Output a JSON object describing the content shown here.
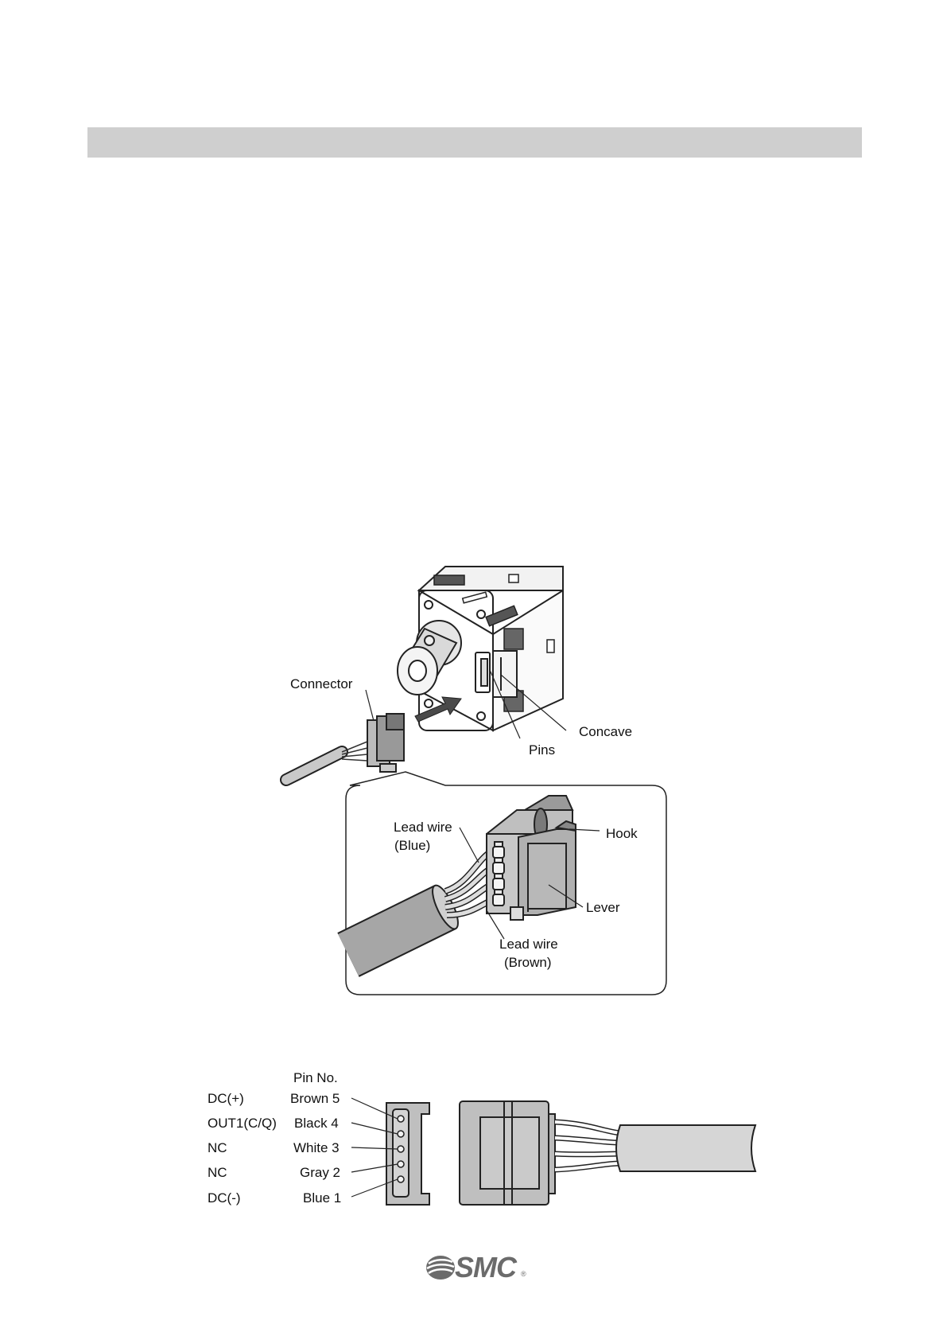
{
  "page": {
    "header_bar_text": ""
  },
  "figure1": {
    "labels": {
      "connector": "Connector",
      "pins": "Pins",
      "concave": "Concave",
      "lead_wire_blue_1": "Lead wire",
      "lead_wire_blue_2": "(Blue)",
      "hook": "Hook",
      "lever": "Lever",
      "lead_wire_brown_1": "Lead wire",
      "lead_wire_brown_2": "(Brown)"
    }
  },
  "figure2": {
    "pin_no_header": "Pin No.",
    "pins": [
      {
        "signal": "DC(+)",
        "wire": "Brown 5"
      },
      {
        "signal": "OUT1(C/Q)",
        "wire": "Black 4"
      },
      {
        "signal": "NC",
        "wire": "White 3"
      },
      {
        "signal": "NC",
        "wire": "Gray 2"
      },
      {
        "signal": "DC(-)",
        "wire": "Blue 1"
      }
    ]
  },
  "footer": {
    "logo_text": "SMC",
    "logo_reg": "®"
  },
  "colors": {
    "header_bar": "#cfcfcf",
    "line": "#222222",
    "fill_gray": "#bdbdbd",
    "fill_light": "#e2e2e2",
    "logo_gray": "#6b6b6b"
  }
}
